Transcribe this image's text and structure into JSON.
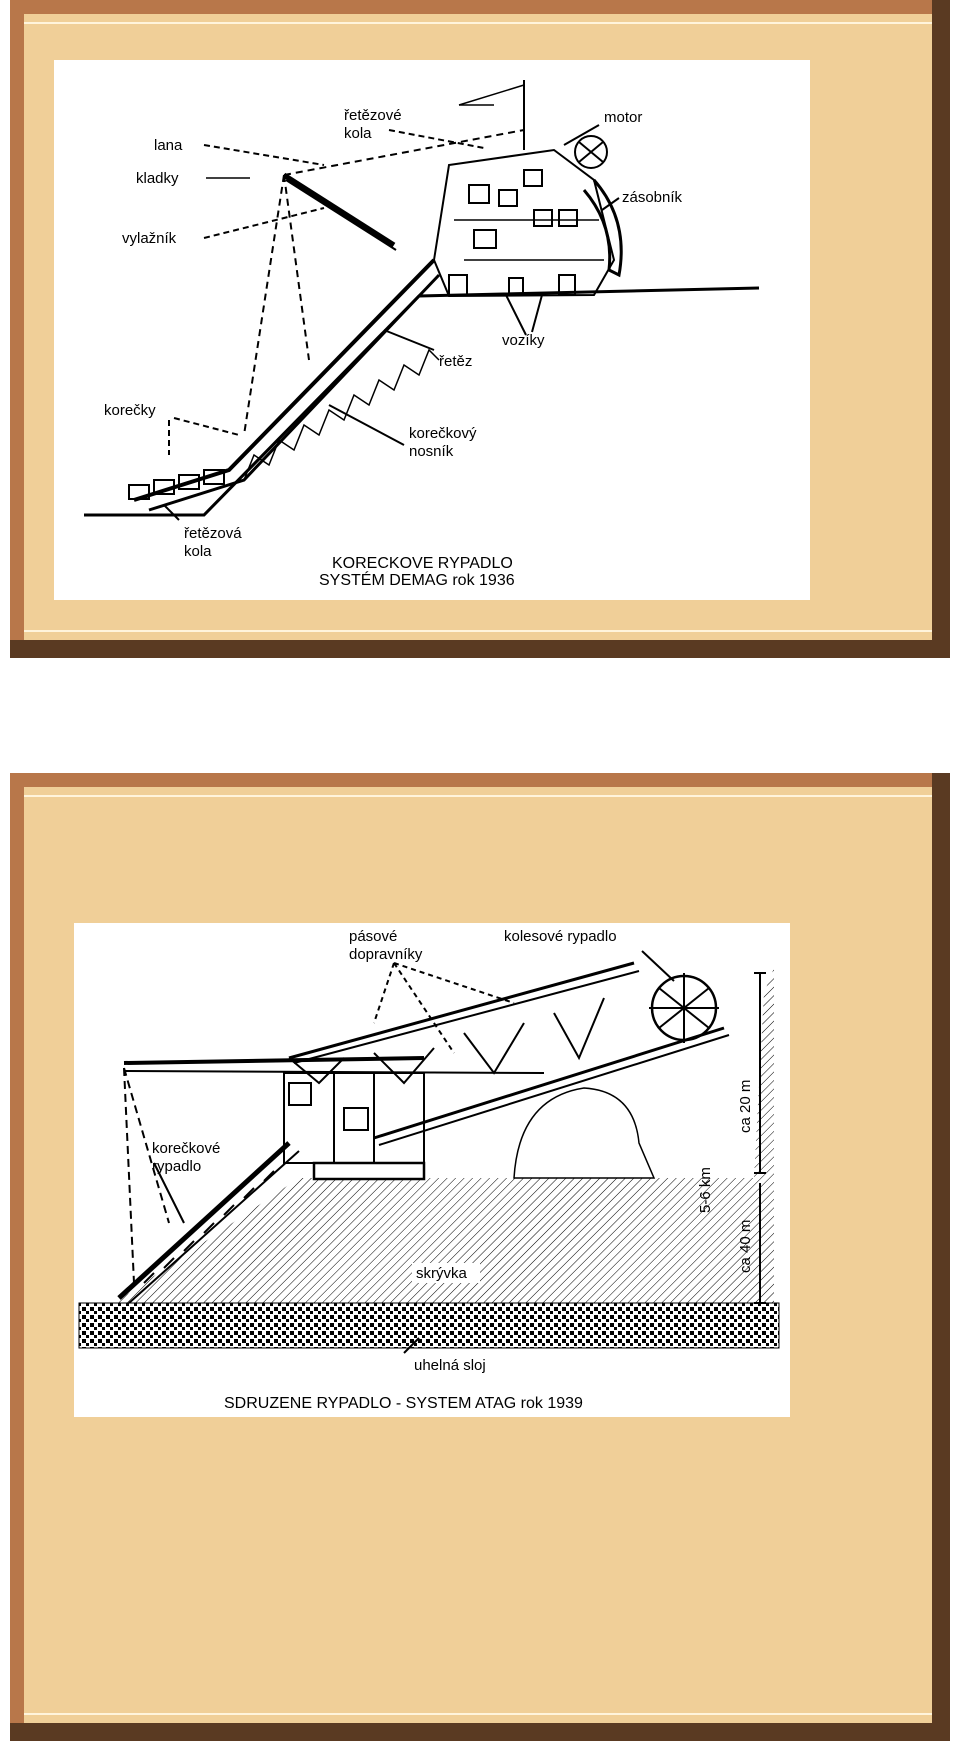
{
  "slide1": {
    "labels": {
      "lana": "lana",
      "kladky": "kladky",
      "vylaznik": "vylažník",
      "retezove_kola_top_1": "řetězové",
      "retezove_kola_top_2": "kola",
      "motor": "motor",
      "zasobnik": "zásobník",
      "voziky": "vozíky",
      "retez": "řetěz",
      "korecky": "korečky",
      "koreckovy_nosnik_1": "korečkový",
      "koreckovy_nosnik_2": "nosník",
      "retezove_kola_bottom_1": "řetězová",
      "retezove_kola_bottom_2": "kola"
    },
    "caption_line1": "KORECKOVE RYPADLO",
    "caption_line2": "SYSTÉM DEMAG   rok 1936"
  },
  "slide2": {
    "labels": {
      "pasove_1": "pásové",
      "pasove_2": "dopravníky",
      "kolesove": "kolesové rypadlo",
      "koreckove_1": "korečkové",
      "koreckove_2": "rypadlo",
      "skryvka": "skrývka",
      "uhelna_sloj": "uhelná sloj",
      "dim_20m": "ca 20 m",
      "dim_40_50m": "ca 40 m",
      "dim_sloj": "5-6 km"
    },
    "caption": "SDRUZENE RYPADLO - SYSTEM ATAG    rok 1939"
  },
  "colors": {
    "frame_light": "#b8774a",
    "frame_dark": "#5a3a22",
    "background": "#f0cf98"
  }
}
